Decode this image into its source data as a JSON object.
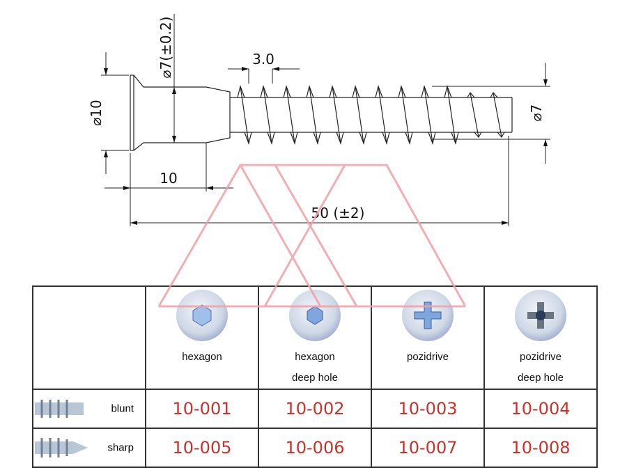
{
  "drawing": {
    "dim_head_diameter": "⌀10",
    "dim_shank_diameter": "⌀7(±0.2)",
    "dim_pitch": "3.0",
    "dim_thread_diameter": "⌀7",
    "dim_shank_length": "10",
    "dim_total_length": "50 (±2)"
  },
  "table": {
    "columns": [
      {
        "label": "hexagon",
        "sub": "",
        "icon": "hexagon-socket-icon"
      },
      {
        "label": "hexagon",
        "sub": "deep hole",
        "icon": "hexagon-deep-socket-icon"
      },
      {
        "label": "pozidrive",
        "sub": "",
        "icon": "pozidrive-icon"
      },
      {
        "label": "pozidrive",
        "sub": "deep hole",
        "icon": "pozidrive-deep-icon"
      }
    ],
    "rows": [
      {
        "label": "blunt",
        "codes": [
          "10-001",
          "10-002",
          "10-003",
          "10-004"
        ]
      },
      {
        "label": "sharp",
        "codes": [
          "10-005",
          "10-006",
          "10-007",
          "10-008"
        ]
      }
    ]
  },
  "colors": {
    "code": "#c8322a",
    "watermark": "#f0a0a8"
  }
}
